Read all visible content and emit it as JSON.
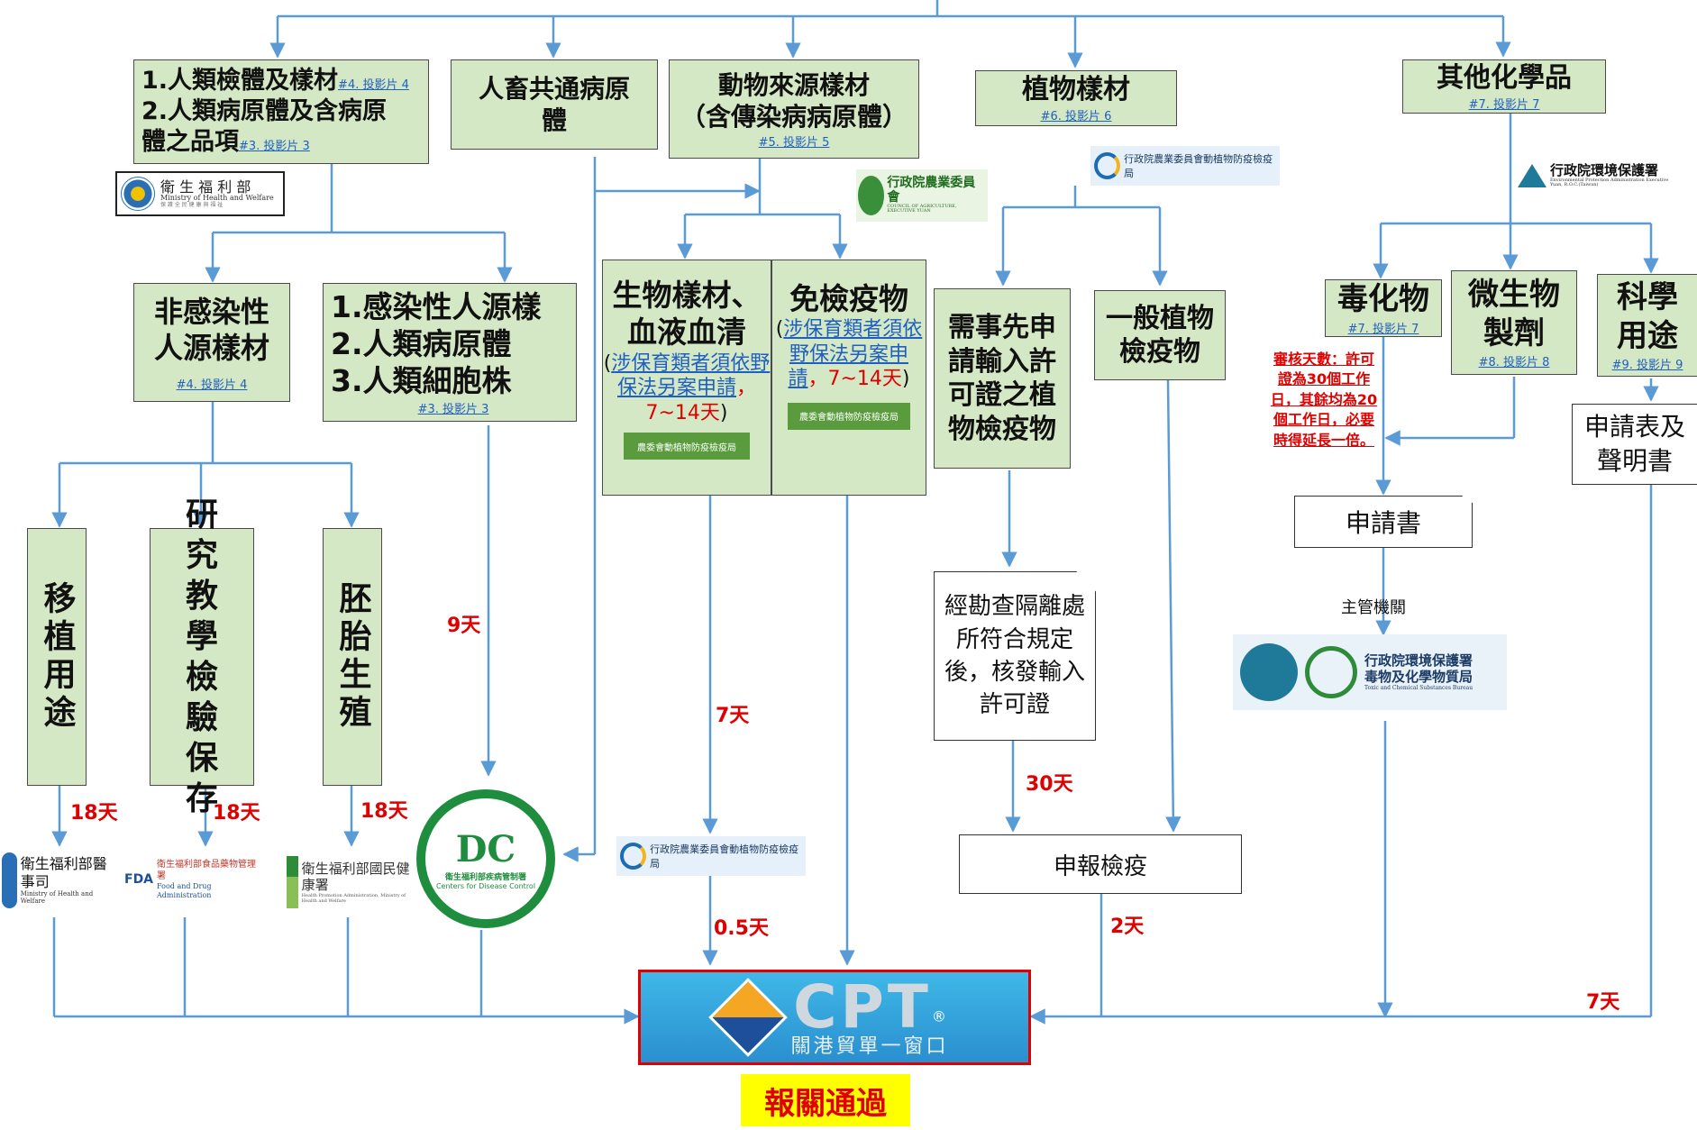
{
  "categories": {
    "human": {
      "line1": "1.人類檢體及樣材",
      "ref1": "#4. 投影片 4",
      "line2": "2.人類病原體及含病原",
      "line3": "體之品項",
      "ref2": "#3. 投影片 3"
    },
    "zoonotic": {
      "label": "人畜共通病原體"
    },
    "animal": {
      "line1": "動物來源樣材",
      "line2": "（含傳染病病原體）",
      "ref": "#5. 投影片 5"
    },
    "plant": {
      "label": "植物樣材",
      "ref": "#6. 投影片 6"
    },
    "chemical": {
      "label": "其他化學品",
      "ref": "#7. 投影片 7"
    }
  },
  "sub": {
    "non_infectious": {
      "label": "非感染性人源樣材",
      "ref": "#4. 投影片 4"
    },
    "infectious": {
      "line1": "1.感染性人源樣",
      "line2": "2.人類病原體",
      "line3": "3.人類細胞株",
      "ref": "#3. 投影片 3"
    },
    "bio_sample": {
      "line1": "生物樣材、",
      "line2": "血液血清",
      "note": "涉保育類者須依野保法另案申請",
      "note_tail": "，7~14天",
      "paren": ")"
    },
    "exempt": {
      "line1": "免檢疫物",
      "paren_open": "(",
      "note": "涉保育類者須依野保法另案申請",
      "note_tail": "，7~14天",
      "paren": ")"
    },
    "plant_permit": {
      "label": "需事先申請輸入許可證之植物檢疫物"
    },
    "plant_general": {
      "label": "一般植物檢疫物"
    },
    "toxic": {
      "label": "毒化物",
      "ref": "#7. 投影片 7"
    },
    "microbial": {
      "label": "微生物製劑",
      "ref": "#8. 投影片 8"
    },
    "science": {
      "label": "科學用途",
      "ref": "#9. 投影片 9"
    }
  },
  "uses": {
    "transplant": "移植用途",
    "research": "研究教學檢驗保存",
    "embryo": "胚胎生殖"
  },
  "process": {
    "quarantine_check": "經勘查隔離處所符合規定後，核發輸入許可證",
    "declare": "申報檢疫",
    "application": "申請書",
    "authority": "主管機關",
    "form_decl": "申請表及聲明書",
    "review_note": "審核天數：許可證為30個工作日，其餘均為20個工作日，必要時得延長一倍。"
  },
  "days": {
    "transplant": "18天",
    "research": "18天",
    "embryo": "18天",
    "cdc": "9天",
    "bio": "7天",
    "baphiq": "0.5天",
    "permit": "30天",
    "declare": "2天",
    "science": "7天"
  },
  "logos": {
    "mohw": {
      "cn": "衛 生 福 利 部",
      "en": "Ministry of Health and Welfare",
      "sub": "保 護 全 民 健 康 與 福 祉"
    },
    "coa": {
      "cn": "行政院農業委員會",
      "en": "COUNCIL OF AGRICULTURE, EXECUTIVE YUAN"
    },
    "baphiq": {
      "cn": "行政院農業委員會動植物防疫檢疫局"
    },
    "epa": {
      "cn": "行政院環境保護署",
      "en": "Environmental Protection Administration Executive Yuan, R.O.C.(Taiwan)"
    },
    "small_mark": {
      "cn": "農委會動植物防疫檢疫局"
    },
    "medical": {
      "cn": "衛生福利部醫事司",
      "en": "Ministry of Health and Welfare"
    },
    "fda": {
      "mark": "FDA",
      "cn": "衛生福利部食品藥物管理署",
      "en": "Food and Drug Administration"
    },
    "hpa": {
      "cn": "衛生福利部國民健康署",
      "en": "Health Promotion Administration, Ministry of Health and Welfare"
    },
    "cdc": {
      "cn": "衛生福利部疾病管制署",
      "en": "Centers for Disease Control",
      "mark": "DC"
    },
    "toxic_bureau": {
      "cn1": "行政院環境保護署",
      "cn2": "毒物及化學物質局",
      "en": "Toxic and Chemical Substances Bureau"
    },
    "cpt": {
      "logo": "CPT",
      "cn": "關港貿單一窗口",
      "reg": "®"
    }
  },
  "final": {
    "label": "報關通過"
  }
}
